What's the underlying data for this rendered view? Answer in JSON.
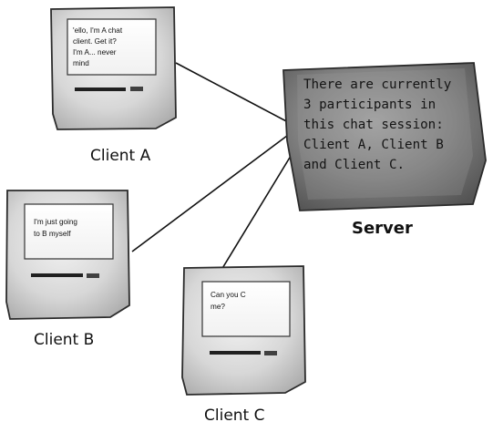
{
  "server": {
    "label": "Server",
    "message_lines": [
      "There are currently",
      "3 participants in",
      "this chat session:",
      "Client A, Client B",
      "and Client C."
    ]
  },
  "clients": [
    {
      "label": "Client A",
      "message_lines": [
        "'ello, I'm A chat",
        "client. Get it?",
        "I'm A... never",
        "mind"
      ]
    },
    {
      "label": "Client B",
      "message_lines": [
        "I'm just going",
        "to B myself"
      ]
    },
    {
      "label": "Client C",
      "message_lines": [
        "Can you C",
        "me?"
      ]
    }
  ],
  "colors": {
    "case_fill": "#d6d6d6",
    "screen_fill": "#ffffff",
    "server_fill": "#777777",
    "line": "#111111"
  }
}
